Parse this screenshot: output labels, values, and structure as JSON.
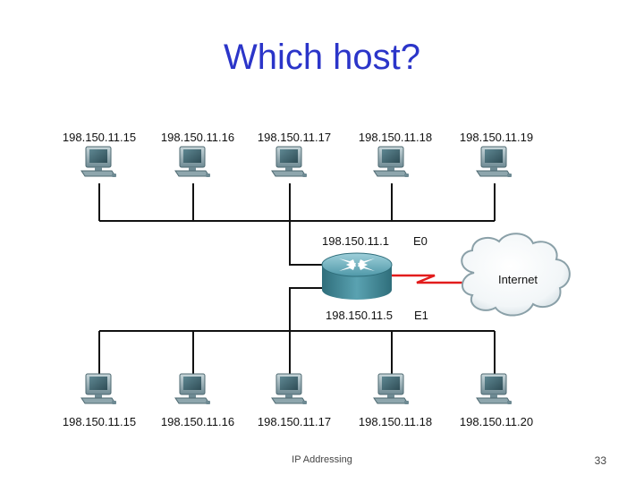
{
  "slide": {
    "title": "Which host?",
    "footer": "IP Addressing",
    "page_number": "33"
  },
  "network": {
    "top_hosts": [
      "198.150.11.15",
      "198.150.11.16",
      "198.150.11.17",
      "198.150.11.18",
      "198.150.11.19"
    ],
    "bottom_hosts": [
      "198.150.11.15",
      "198.150.11.16",
      "198.150.11.17",
      "198.150.11.18",
      "198.150.11.20"
    ],
    "router": {
      "e0_address": "198.150.11.1",
      "e0_label": "E0",
      "e1_address": "198.150.11.5",
      "e1_label": "E1"
    },
    "cloud_label": "Internet",
    "icons": {
      "host": "computer-icon",
      "router": "router-icon",
      "cloud": "cloud-icon",
      "link": "serial-link-icon"
    },
    "colors": {
      "title": "#2b35c9",
      "serial_link": "#e21c1c",
      "router": "#3d8c9c"
    }
  }
}
